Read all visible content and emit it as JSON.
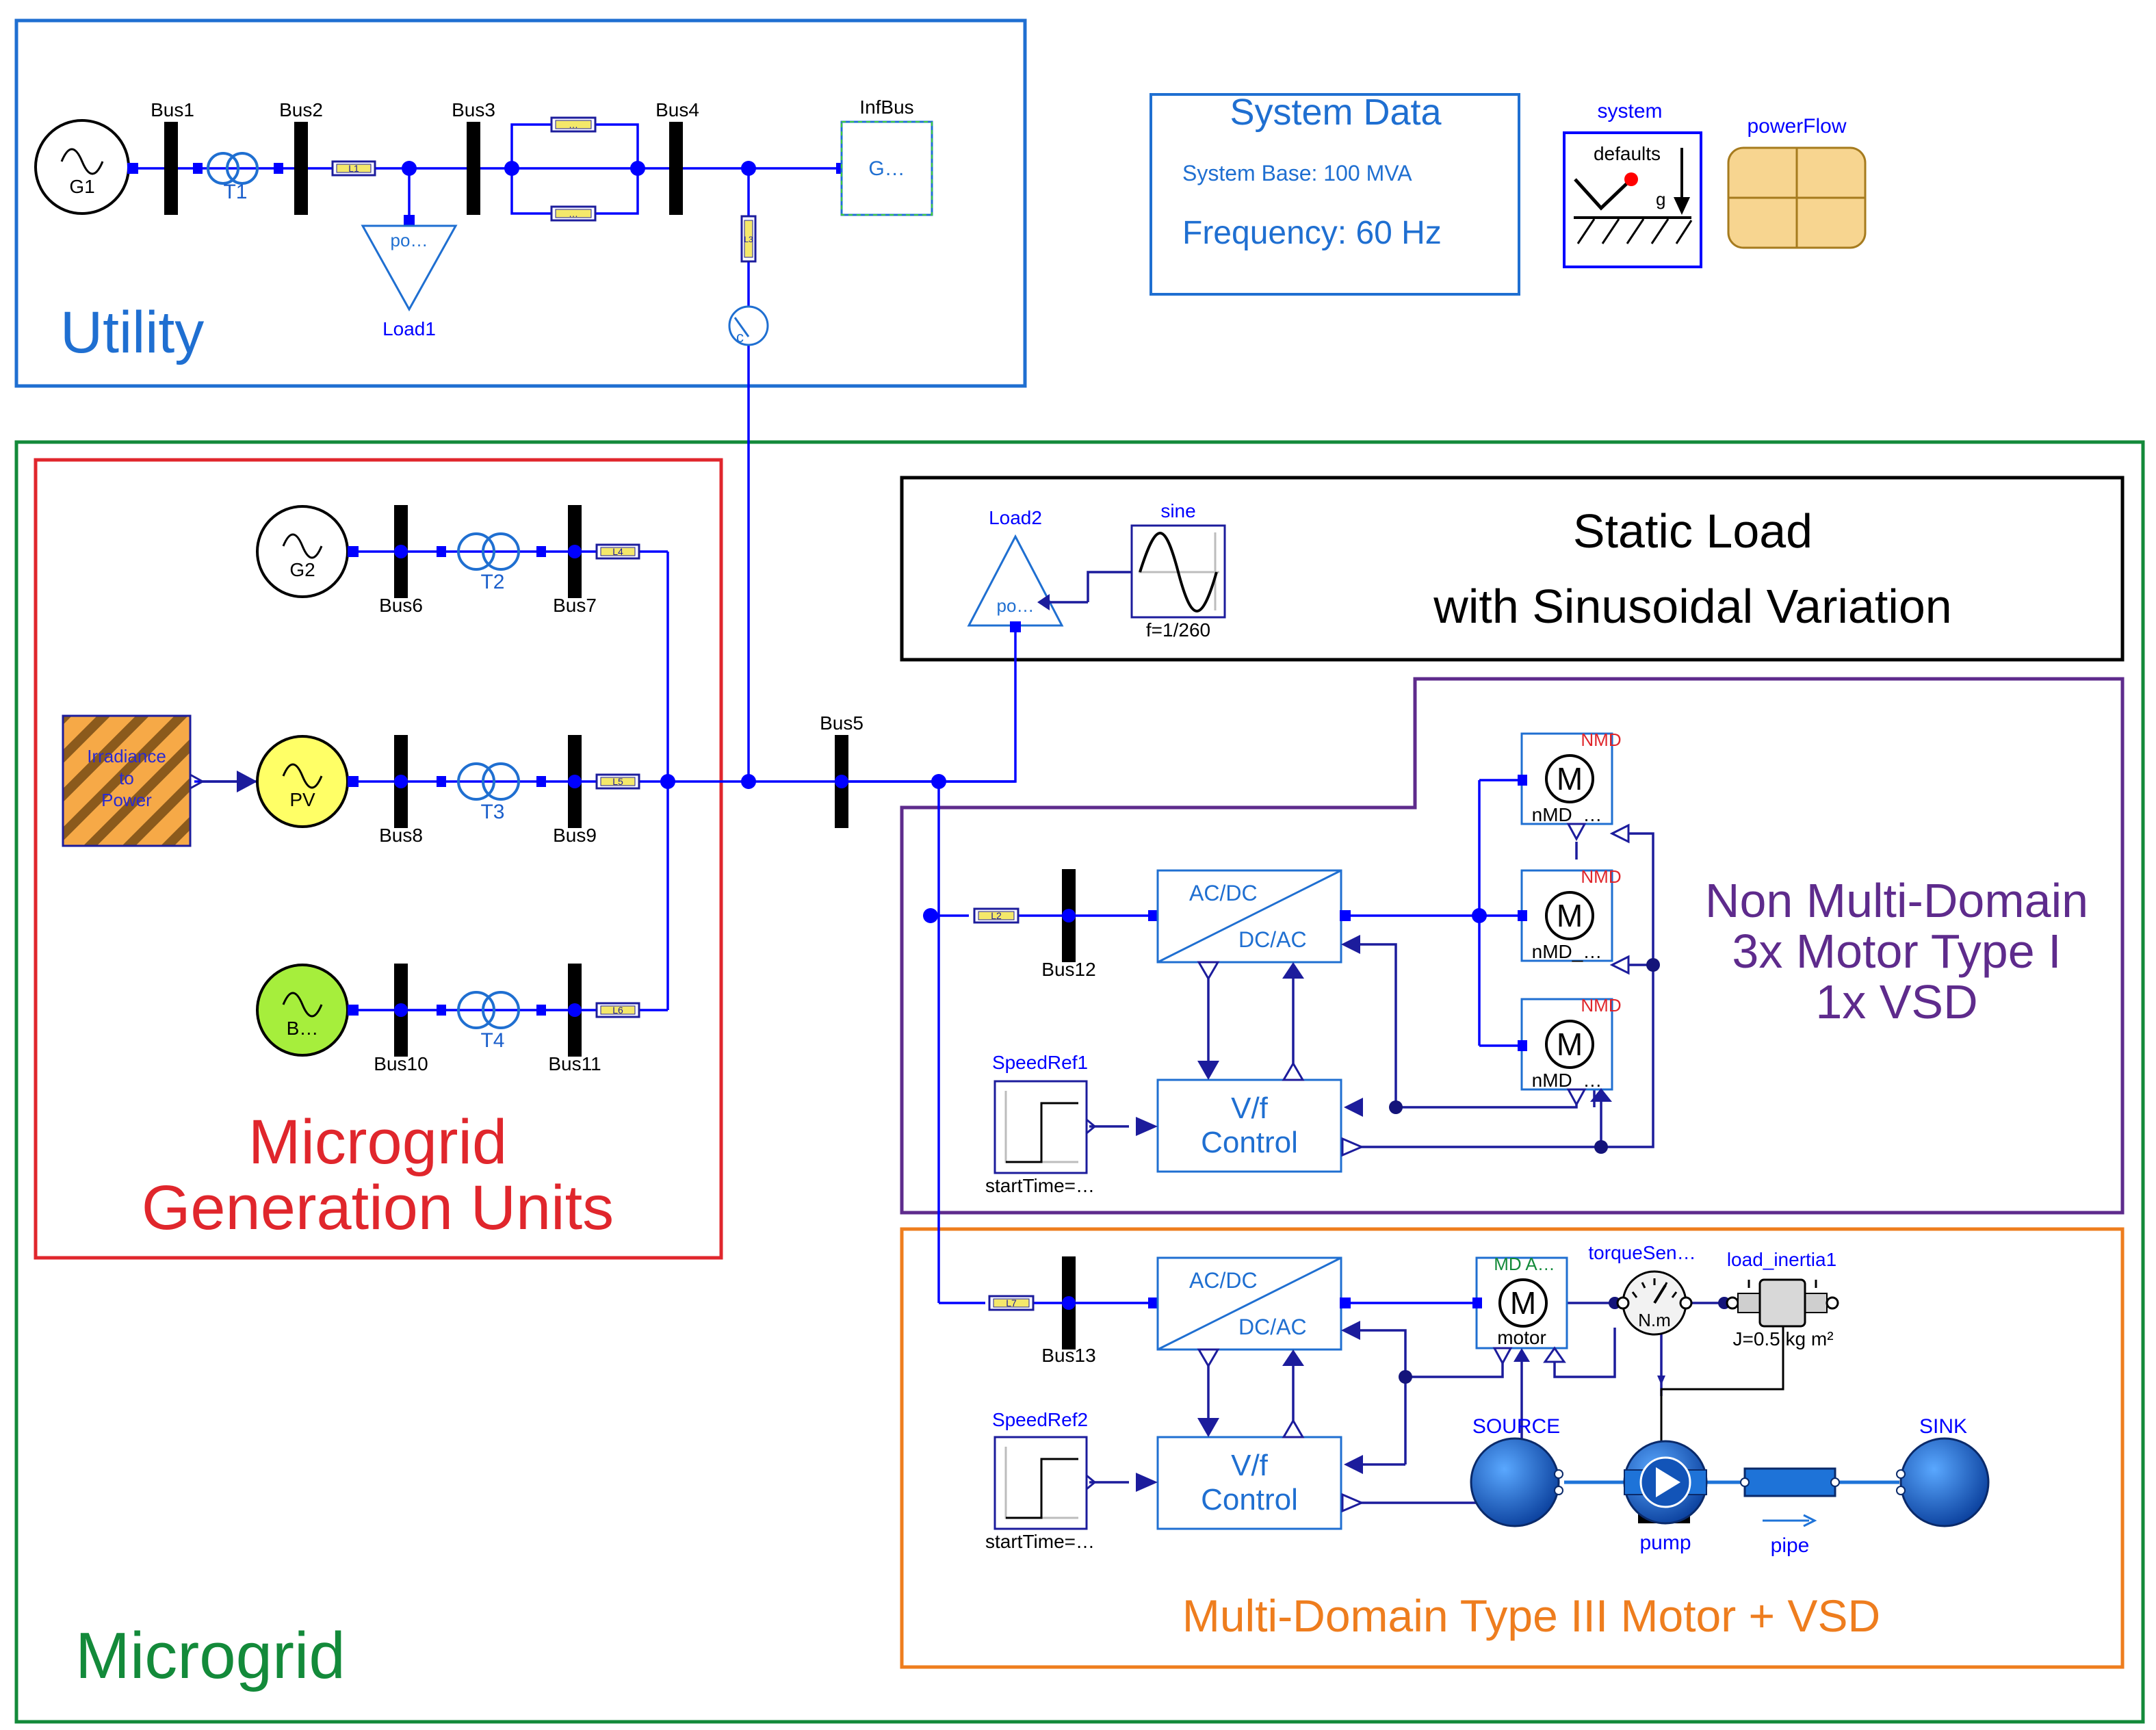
{
  "regions": {
    "utility": "Utility",
    "microgrid": "Microgrid",
    "generation_line1": "Microgrid",
    "generation_line2": "Generation Units",
    "static_load_line1": "Static Load",
    "static_load_line2": "with Sinusoidal Variation",
    "nmd_line1": "Non Multi-Domain",
    "nmd_line2": "3x Motor Type I",
    "nmd_line3": "1x VSD",
    "md_title": "Multi-Domain Type III Motor + VSD"
  },
  "system_data": {
    "title": "System Data",
    "base": "System Base: 100 MVA",
    "frequency": "Frequency: 60 Hz"
  },
  "system_block": {
    "label": "system",
    "defaults": "defaults",
    "g": "g"
  },
  "powerflow_block": {
    "label": "powerFlow"
  },
  "buses": {
    "bus1": "Bus1",
    "bus2": "Bus2",
    "bus3": "Bus3",
    "bus4": "Bus4",
    "bus5": "Bus5",
    "bus6": "Bus6",
    "bus7": "Bus7",
    "bus8": "Bus8",
    "bus9": "Bus9",
    "bus10": "Bus10",
    "bus11": "Bus11",
    "bus12": "Bus12",
    "bus13": "Bus13",
    "infbus": "InfBus"
  },
  "components": {
    "g1": "G1",
    "g2": "G2",
    "pv": "PV",
    "bat": "B…",
    "infgen": "G…",
    "t1": "T1",
    "t2": "T2",
    "t3": "T3",
    "t4": "T4",
    "l1": "L1",
    "l4": "L4",
    "l5": "L5",
    "l6": "L6",
    "l2": "L2",
    "l7": "L7",
    "l3": "L3",
    "line_ellipsis": "…",
    "load1_label": "Load1",
    "load1_inner": "po…",
    "load2_label": "Load2",
    "load2_inner": "po…",
    "breaker_label": "c",
    "sine_label": "sine",
    "sine_param": "f=1/260",
    "irradiance": [
      "Irradiance",
      "to",
      "Power"
    ]
  },
  "nmd_drive": {
    "acdc": "AC/DC",
    "dcac": "DC/AC",
    "vf1": "V/f",
    "vf2": "Control",
    "speedref_label": "SpeedRef1",
    "speedref_param": "startTime=…",
    "motor_letter": "M",
    "motor_tag": "NMD",
    "motor_name": "nMD_…"
  },
  "md_drive": {
    "acdc": "AC/DC",
    "dcac": "DC/AC",
    "vf1": "V/f",
    "vf2": "Control",
    "speedref_label": "SpeedRef2",
    "speedref_param": "startTime=…",
    "motor_letter": "M",
    "motor_tag": "MD A…",
    "motor_name": "motor",
    "torque_label": "torqueSen…",
    "torque_unit": "N.m",
    "inertia_label": "load_inertia1",
    "inertia_param": "J=0.5 kg m²",
    "source": "SOURCE",
    "sink": "SINK",
    "pump": "pump",
    "pipe": "pipe"
  },
  "colors": {
    "utility": "#1f6fd1",
    "microgrid": "#138a3a",
    "generation": "#e0262c",
    "nmd": "#5e2b8c",
    "md": "#ee7d1e",
    "wire": "#0000ff",
    "control_wire": "#1c1c9c",
    "pv_fill": "#ffff66",
    "bat_fill": "#a6ee3c",
    "fluid": "#1e73d8"
  }
}
